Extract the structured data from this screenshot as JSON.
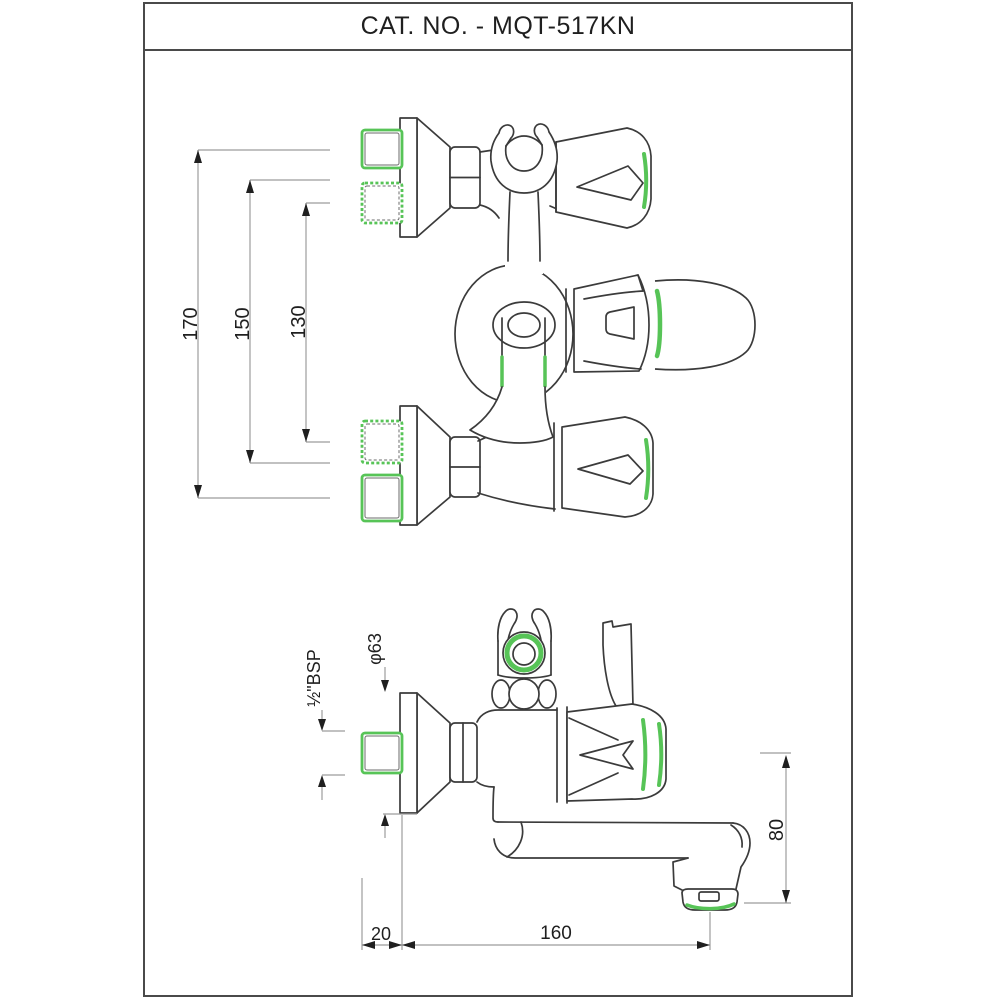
{
  "page": {
    "title": "CAT. NO. - MQT-517KN"
  },
  "colors": {
    "line": "#3b3b3b",
    "dim": "#9c9c9c",
    "green": "#57c457",
    "text": "#1f1f1f",
    "frame": "#4a4a4a",
    "background": "#ffffff"
  },
  "dimensions": {
    "top_view": [
      {
        "label": "170"
      },
      {
        "label": "150"
      },
      {
        "label": "130"
      }
    ],
    "side_view": [
      {
        "label": "φ63"
      },
      {
        "label": "½\"BSP"
      },
      {
        "label": "20"
      },
      {
        "label": "160"
      },
      {
        "label": "80"
      }
    ]
  }
}
